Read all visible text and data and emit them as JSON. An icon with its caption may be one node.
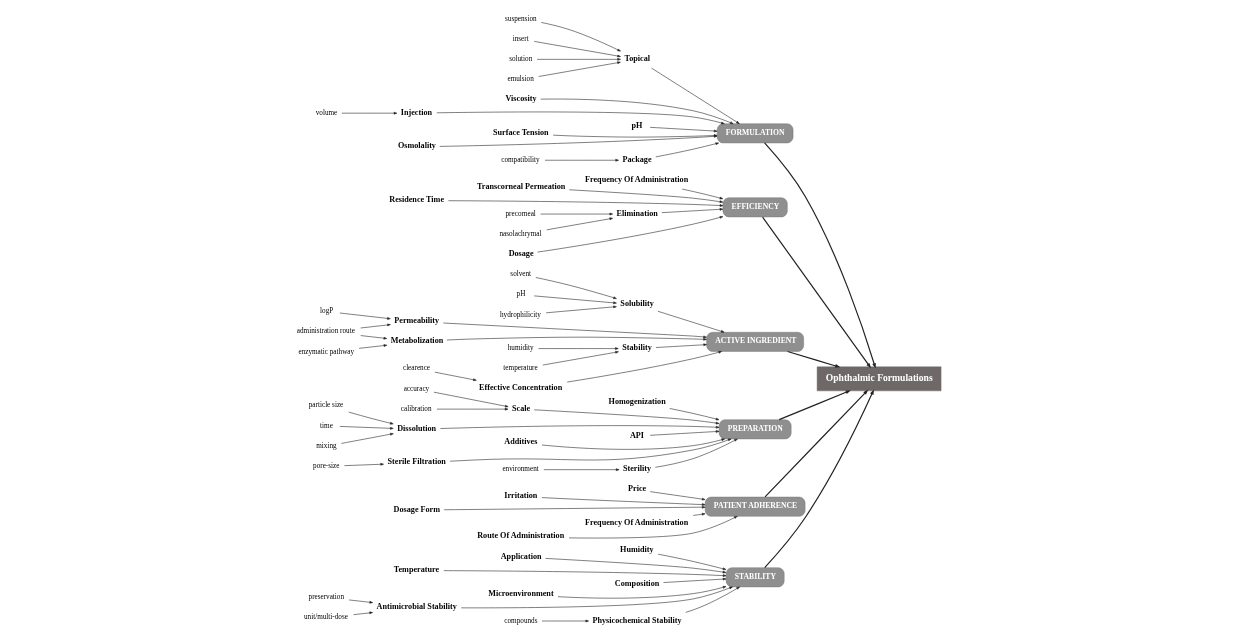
{
  "diagram": {
    "nodes": [
      {
        "text": [
          "STABILITY"
        ]
      },
      {
        "text": [
          "FORMULATION"
        ]
      },
      {
        "text": [
          "EFFICIENCY"
        ]
      },
      {
        "text": [
          "Ophthalmic Formulations"
        ]
      },
      {
        "text": [
          "ACTIVE INGREDIENT"
        ]
      },
      {
        "text": [
          "PREPARATION"
        ]
      },
      {
        "text": [
          "PATIENT ADHERENCE"
        ]
      },
      {
        "text": [
          "Humidity"
        ]
      },
      {
        "text": [
          "Application"
        ]
      },
      {
        "text": [
          "Temperature"
        ]
      },
      {
        "text": [
          "Composition"
        ]
      },
      {
        "text": [
          "Microenvironment"
        ]
      },
      {
        "text": [
          "Antimicrobial Stability"
        ]
      },
      {
        "text": [
          "preservation"
        ]
      },
      {
        "text": [
          "unit/multi-dose"
        ]
      },
      {
        "text": [
          "Physicochemical Stability"
        ]
      },
      {
        "text": [
          "compounds"
        ]
      },
      {
        "text": [
          "Topical"
        ]
      },
      {
        "text": [
          "suspension"
        ]
      },
      {
        "text": [
          "insert"
        ]
      },
      {
        "text": [
          "solution"
        ]
      },
      {
        "text": [
          "emulsion"
        ]
      },
      {
        "text": [
          "Viscosity"
        ]
      },
      {
        "text": [
          "Injection"
        ]
      },
      {
        "text": [
          "volume"
        ]
      },
      {
        "text": [
          "pH"
        ]
      },
      {
        "text": [
          "Surface Tension"
        ]
      },
      {
        "text": [
          "Osmolality"
        ]
      },
      {
        "text": [
          "Package"
        ]
      },
      {
        "text": [
          "compatibility"
        ]
      },
      {
        "text": [
          "Frequency Of Administration"
        ]
      },
      {
        "text": [
          "Transcorneal Permeation"
        ]
      },
      {
        "text": [
          "Residence Time"
        ]
      },
      {
        "text": [
          "Elimination"
        ]
      },
      {
        "text": [
          "precorneal"
        ]
      },
      {
        "text": [
          "nasolachrymal"
        ]
      },
      {
        "text": [
          "Dosage"
        ]
      },
      {
        "text": [
          "Solubility"
        ]
      },
      {
        "text": [
          "solvent"
        ]
      },
      {
        "text": [
          "pH"
        ]
      },
      {
        "text": [
          "hydrophilicity"
        ]
      },
      {
        "text": [
          "Permeability"
        ]
      },
      {
        "text": [
          "logP"
        ]
      },
      {
        "text": [
          "administration route"
        ]
      },
      {
        "text": [
          "Metabolization"
        ]
      },
      {
        "text": [
          "enzymatic pathway"
        ]
      },
      {
        "text": [
          "Stability"
        ]
      },
      {
        "text": [
          "humidity"
        ]
      },
      {
        "text": [
          "temperature"
        ]
      },
      {
        "text": [
          "Effective Concentration"
        ]
      },
      {
        "text": [
          "clearence"
        ]
      },
      {
        "text": [
          "Homogenization"
        ]
      },
      {
        "text": [
          "Scale"
        ]
      },
      {
        "text": [
          "accuracy"
        ]
      },
      {
        "text": [
          "calibration"
        ]
      },
      {
        "text": [
          "Dissolution"
        ]
      },
      {
        "text": [
          "particle size"
        ]
      },
      {
        "text": [
          "time"
        ]
      },
      {
        "text": [
          "mixing"
        ]
      },
      {
        "text": [
          "API"
        ]
      },
      {
        "text": [
          "Additives"
        ]
      },
      {
        "text": [
          "Sterile Filtration"
        ]
      },
      {
        "text": [
          "pore-size"
        ]
      },
      {
        "text": [
          "Sterility"
        ]
      },
      {
        "text": [
          "environment"
        ]
      },
      {
        "text": [
          "Price"
        ]
      },
      {
        "text": [
          "Irritation"
        ]
      },
      {
        "text": [
          "Dosage Form"
        ]
      },
      {
        "text": [
          "Frequency Of Administration"
        ]
      },
      {
        "text": [
          "Route Of Administration"
        ]
      }
    ],
    "edges": [
      {
        "from": 0,
        "to": 3,
        "arrow": "to"
      },
      {
        "from": 1,
        "to": 3,
        "arrow": "to"
      },
      {
        "from": 2,
        "to": 3,
        "arrow": "to"
      },
      {
        "from": 4,
        "to": 3,
        "arrow": "to"
      },
      {
        "from": 5,
        "to": 3,
        "arrow": "to"
      },
      {
        "from": 6,
        "to": 3,
        "arrow": "to"
      },
      {
        "from": 7,
        "to": 0,
        "arrow": "to"
      },
      {
        "from": 8,
        "to": 0,
        "arrow": "to"
      },
      {
        "from": 9,
        "to": 0,
        "arrow": "to"
      },
      {
        "from": 10,
        "to": 0,
        "arrow": "to"
      },
      {
        "from": 11,
        "to": 0,
        "arrow": "to"
      },
      {
        "from": 12,
        "to": 0,
        "arrow": "to"
      },
      {
        "from": 13,
        "to": 12,
        "arrow": "to"
      },
      {
        "from": 14,
        "to": 12,
        "arrow": "to"
      },
      {
        "from": 15,
        "to": 0,
        "arrow": "to"
      },
      {
        "from": 16,
        "to": 15,
        "arrow": "to"
      },
      {
        "from": 17,
        "to": 1,
        "arrow": "to"
      },
      {
        "from": 18,
        "to": 17,
        "arrow": "to"
      },
      {
        "from": 19,
        "to": 17,
        "arrow": "to"
      },
      {
        "from": 20,
        "to": 17,
        "arrow": "to"
      },
      {
        "from": 21,
        "to": 17,
        "arrow": "to"
      },
      {
        "from": 22,
        "to": 1,
        "arrow": "to"
      },
      {
        "from": 23,
        "to": 1,
        "arrow": "to"
      },
      {
        "from": 24,
        "to": 23,
        "arrow": "to"
      },
      {
        "from": 25,
        "to": 1,
        "arrow": "to"
      },
      {
        "from": 26,
        "to": 1,
        "arrow": "to"
      },
      {
        "from": 27,
        "to": 1,
        "arrow": "to"
      },
      {
        "from": 28,
        "to": 1,
        "arrow": "to"
      },
      {
        "from": 29,
        "to": 28,
        "arrow": "to"
      },
      {
        "from": 30,
        "to": 2,
        "arrow": "to"
      },
      {
        "from": 31,
        "to": 2,
        "arrow": "to"
      },
      {
        "from": 32,
        "to": 2,
        "arrow": "to"
      },
      {
        "from": 33,
        "to": 2,
        "arrow": "to"
      },
      {
        "from": 34,
        "to": 33,
        "arrow": "to"
      },
      {
        "from": 35,
        "to": 33,
        "arrow": "to"
      },
      {
        "from": 36,
        "to": 2,
        "arrow": "to"
      },
      {
        "from": 37,
        "to": 4,
        "arrow": "to"
      },
      {
        "from": 38,
        "to": 37,
        "arrow": "to"
      },
      {
        "from": 39,
        "to": 37,
        "arrow": "to"
      },
      {
        "from": 40,
        "to": 37,
        "arrow": "to"
      },
      {
        "from": 41,
        "to": 4,
        "arrow": "to"
      },
      {
        "from": 42,
        "to": 41,
        "arrow": "to"
      },
      {
        "from": 43,
        "to": 41,
        "arrow": "to"
      },
      {
        "from": 43,
        "to": 44,
        "arrow": "to"
      },
      {
        "from": 44,
        "to": 4,
        "arrow": "to"
      },
      {
        "from": 45,
        "to": 44,
        "arrow": "to"
      },
      {
        "from": 46,
        "to": 4,
        "arrow": "to"
      },
      {
        "from": 47,
        "to": 46,
        "arrow": "to"
      },
      {
        "from": 48,
        "to": 46,
        "arrow": "to"
      },
      {
        "from": 49,
        "to": 4,
        "arrow": "to"
      },
      {
        "from": 50,
        "to": 49,
        "arrow": "to"
      },
      {
        "from": 51,
        "to": 5,
        "arrow": "to"
      },
      {
        "from": 52,
        "to": 5,
        "arrow": "to"
      },
      {
        "from": 53,
        "to": 52,
        "arrow": "to"
      },
      {
        "from": 54,
        "to": 52,
        "arrow": "to"
      },
      {
        "from": 55,
        "to": 5,
        "arrow": "to"
      },
      {
        "from": 56,
        "to": 55,
        "arrow": "to"
      },
      {
        "from": 57,
        "to": 55,
        "arrow": "to"
      },
      {
        "from": 58,
        "to": 55,
        "arrow": "to"
      },
      {
        "from": 59,
        "to": 5,
        "arrow": "to"
      },
      {
        "from": 60,
        "to": 5,
        "arrow": "to"
      },
      {
        "from": 61,
        "to": 5,
        "arrow": "to"
      },
      {
        "from": 62,
        "to": 61,
        "arrow": "to"
      },
      {
        "from": 63,
        "to": 5,
        "arrow": "to"
      },
      {
        "from": 64,
        "to": 63,
        "arrow": "to"
      },
      {
        "from": 65,
        "to": 6,
        "arrow": "to"
      },
      {
        "from": 66,
        "to": 6,
        "arrow": "to"
      },
      {
        "from": 67,
        "to": 6,
        "arrow": "to"
      },
      {
        "from": 68,
        "to": 6,
        "arrow": "to"
      },
      {
        "from": 69,
        "to": 6,
        "arrow": "to"
      }
    ]
  }
}
